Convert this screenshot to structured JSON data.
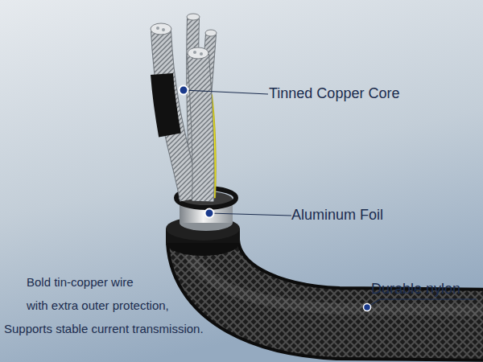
{
  "diagram": {
    "labels": [
      "Tinned Copper Core",
      "Aluminum Foil",
      "Durable nylon",
      "Bold tin-copper wire",
      "with extra outer protection,",
      "Supports stable current transmission."
    ]
  }
}
